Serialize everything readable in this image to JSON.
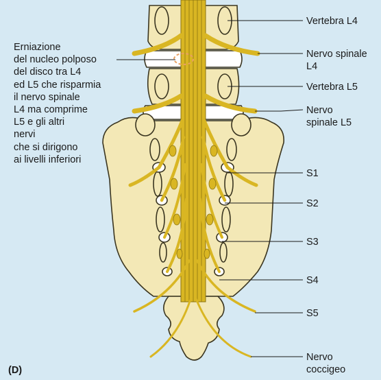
{
  "panel_label": "(D)",
  "herniation_note": "Erniazione\ndel nucleo polposo\ndel disco tra L4\ned L5 che risparmia\nil nervo spinale\nL4 ma comprime\nL5 e gli altri\nnervi\nche si dirigono\nai livelli inferiori",
  "labels": {
    "vertebra_l4": "Vertebra L4",
    "nervo_l4": "Nervo spinale\nL4",
    "vertebra_l5": "Vertebra L5",
    "nervo_l5": "Nervo\nspinale L5",
    "s1": "S1",
    "s2": "S2",
    "s3": "S3",
    "s4": "S4",
    "s5": "S5",
    "coccigeo": "Nervo\ncoccigeo"
  },
  "colors": {
    "background": "#d6e9f3",
    "bone": "#f3e8b6",
    "bone_outline": "#3a3520",
    "nerve": "#d9b623",
    "nerve_dark": "#8c7410",
    "disc": "#ffffff",
    "herniation": "#e8a060"
  }
}
